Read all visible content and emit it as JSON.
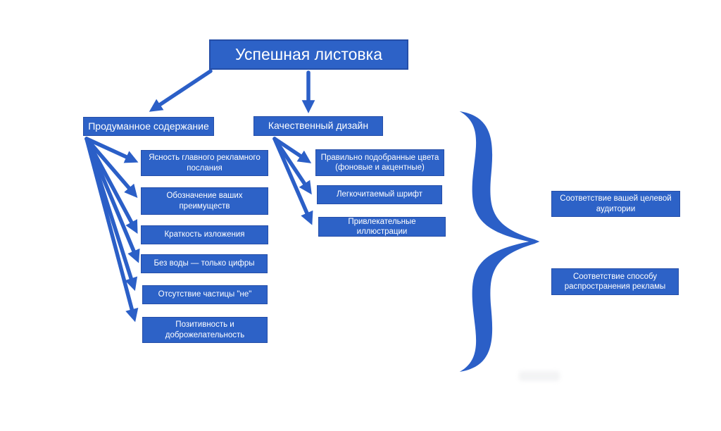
{
  "colors": {
    "accent": "#2b5fc7",
    "node_fill": "#2d62c7",
    "node_border": "#1d3f8f",
    "node_text": "#ffffff",
    "background": "#ffffff"
  },
  "title": "Успешная листовка",
  "branches": {
    "content": {
      "label": "Продуманное содержание",
      "items": [
        "Ясность главного рекламного послания",
        "Обозначение ваших преимуществ",
        "Краткость изложения",
        "Без воды — только цифры",
        "Отсутствие частицы \"не\"",
        "Позитивность и доброжелательность"
      ]
    },
    "design": {
      "label": "Качественный дизайн",
      "items": [
        "Правильно подобранные цвета (фоновые и акцентные)",
        "Легкочитаемый шрифт",
        "Привлекательные иллюстрации"
      ]
    }
  },
  "results": {
    "items": [
      "Соответствие вашей целевой аудитории",
      "Соответствие способу распространения рекламы"
    ]
  },
  "icons": {
    "brace": "right-curly-brace",
    "connector": "arrow"
  }
}
